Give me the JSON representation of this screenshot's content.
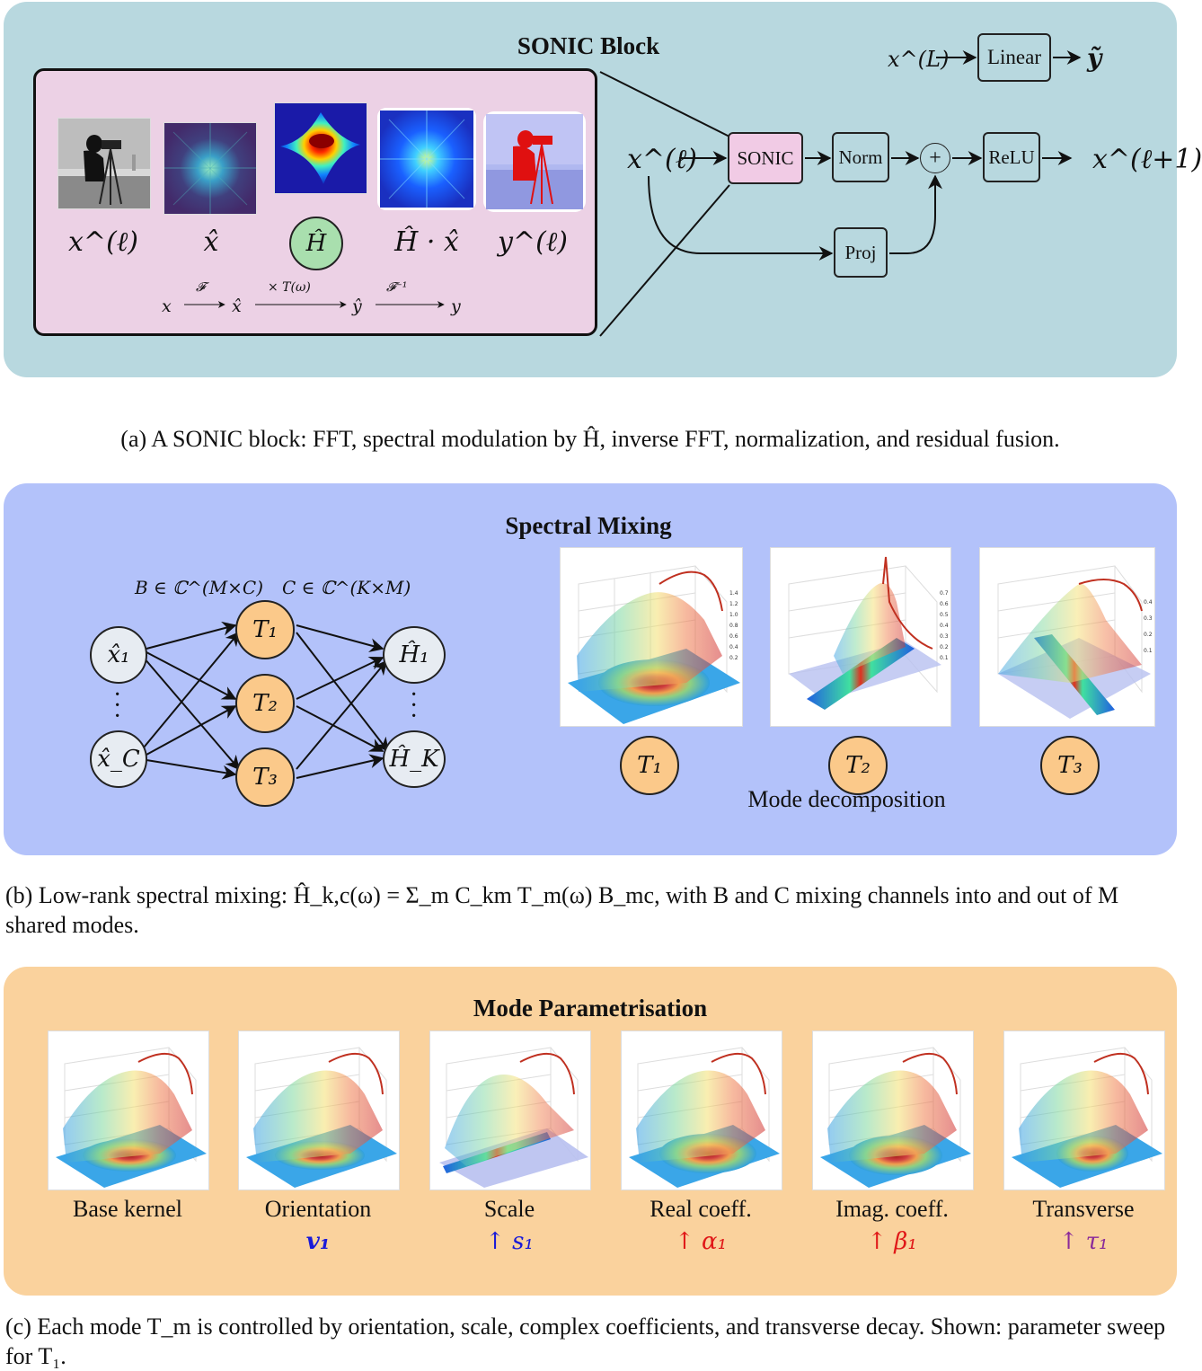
{
  "panel_a": {
    "title": "SONIC Block",
    "images": [
      {
        "label": "x^(ℓ)",
        "icon": "cameraman-photo-icon"
      },
      {
        "label": "x̂",
        "icon": "fft-spectrum-icon"
      },
      {
        "label": "Ĥ",
        "icon": "filter-heatmap-icon"
      },
      {
        "label": "Ĥ · x̂",
        "icon": "modulated-spectrum-icon"
      },
      {
        "label": "y^(ℓ)",
        "icon": "filtered-cameraman-icon"
      }
    ],
    "pipeline": {
      "x": "x",
      "f": "𝓕",
      "xhat": "x̂",
      "mult": "× T(ω)",
      "yhat": "ŷ",
      "finv": "𝓕⁻¹",
      "y": "y"
    },
    "flow": {
      "input": "x^(ℓ)",
      "sonic": "SONIC",
      "norm": "Norm",
      "plus": "+",
      "relu": "ReLU",
      "output": "x^(ℓ+1)",
      "proj": "Proj",
      "final_input": "x^(L)",
      "linear": "Linear",
      "final_output": "ỹ"
    }
  },
  "caption_a": "(a) A SONIC block: FFT, spectral modulation by Ĥ, inverse FFT, normalization, and residual fusion.",
  "panel_b": {
    "title": "Spectral Mixing",
    "b_label": "B ∈ ℂ^(M×C)",
    "c_label": "C ∈ ℂ^(K×M)",
    "inputs": [
      "x̂₁",
      "x̂_C"
    ],
    "modes": [
      "T₁",
      "T₂",
      "T₃"
    ],
    "outputs": [
      "Ĥ₁",
      "Ĥ_K"
    ],
    "plot_modes": [
      "T₁",
      "T₂",
      "T₃"
    ],
    "subtitle": "Mode decomposition",
    "z_ticks": [
      [
        "1.4",
        "1.2",
        "1.0",
        "0.8",
        "0.6",
        "0.4",
        "0.2"
      ],
      [
        "0.7",
        "0.6",
        "0.5",
        "0.4",
        "0.3",
        "0.2",
        "0.1"
      ],
      [
        "0.4",
        "0.3",
        "0.2",
        "0.1"
      ]
    ]
  },
  "caption_b": "(b) Low-rank spectral mixing: Ĥ_k,c(ω) = Σ_m C_km T_m(ω) B_mc, with B and C mixing channels into and out of M shared modes.",
  "panel_c": {
    "title": "Mode Parametrisation",
    "kernels": [
      {
        "label": "Base kernel",
        "param": ""
      },
      {
        "label": "Orientation",
        "param": "v₁"
      },
      {
        "label": "Scale",
        "param": "↑ s₁"
      },
      {
        "label": "Real coeff.",
        "param": "↑ α₁"
      },
      {
        "label": "Imag. coeff.",
        "param": "↑ β₁"
      },
      {
        "label": "Transverse",
        "param": "↑ τ₁"
      }
    ],
    "param_colors": [
      "#1a1ad8",
      "#1a1ad8",
      "#e01818",
      "#e01818",
      "#8a2a9a"
    ]
  },
  "caption_c": "(c) Each mode T_m is controlled by orientation, scale, complex coefficients, and transverse decay. Shown: parameter sweep for T₁."
}
